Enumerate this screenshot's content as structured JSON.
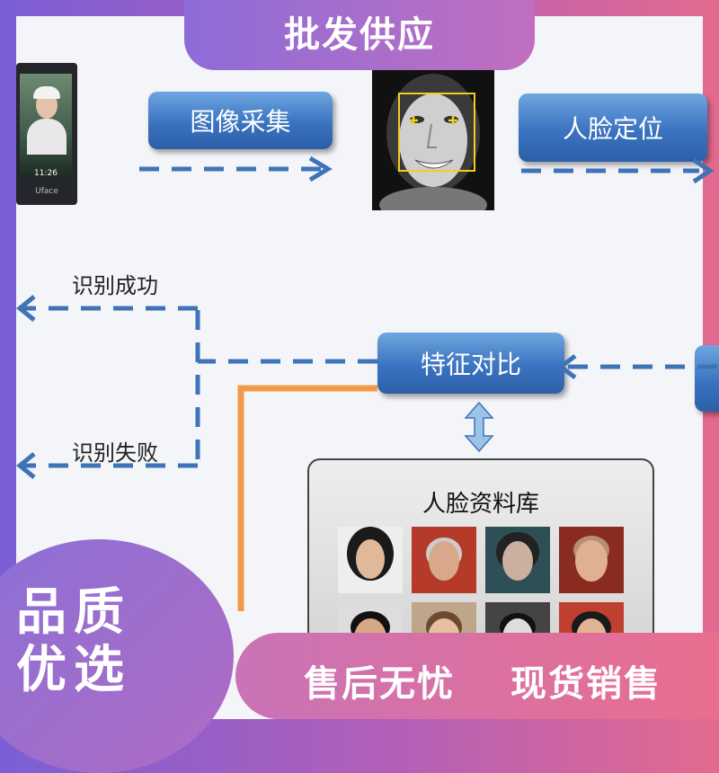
{
  "header": {
    "title": "批发供应"
  },
  "flow": {
    "capture": "图像采集",
    "locate": "人脸定位",
    "compare": "特征对比",
    "success": "识别成功",
    "fail": "识别失败",
    "database": "人脸资料库"
  },
  "device": {
    "time": "11:26",
    "brand": "Uface"
  },
  "footer": {
    "badge_line1": "品质",
    "badge_line2": "优选",
    "slogan1": "售后无忧",
    "slogan2": "现货销售"
  },
  "colors": {
    "box_blue": "#3a73c0",
    "arrow_blue": "#3f73b8",
    "orange_line": "#f29a4a"
  }
}
